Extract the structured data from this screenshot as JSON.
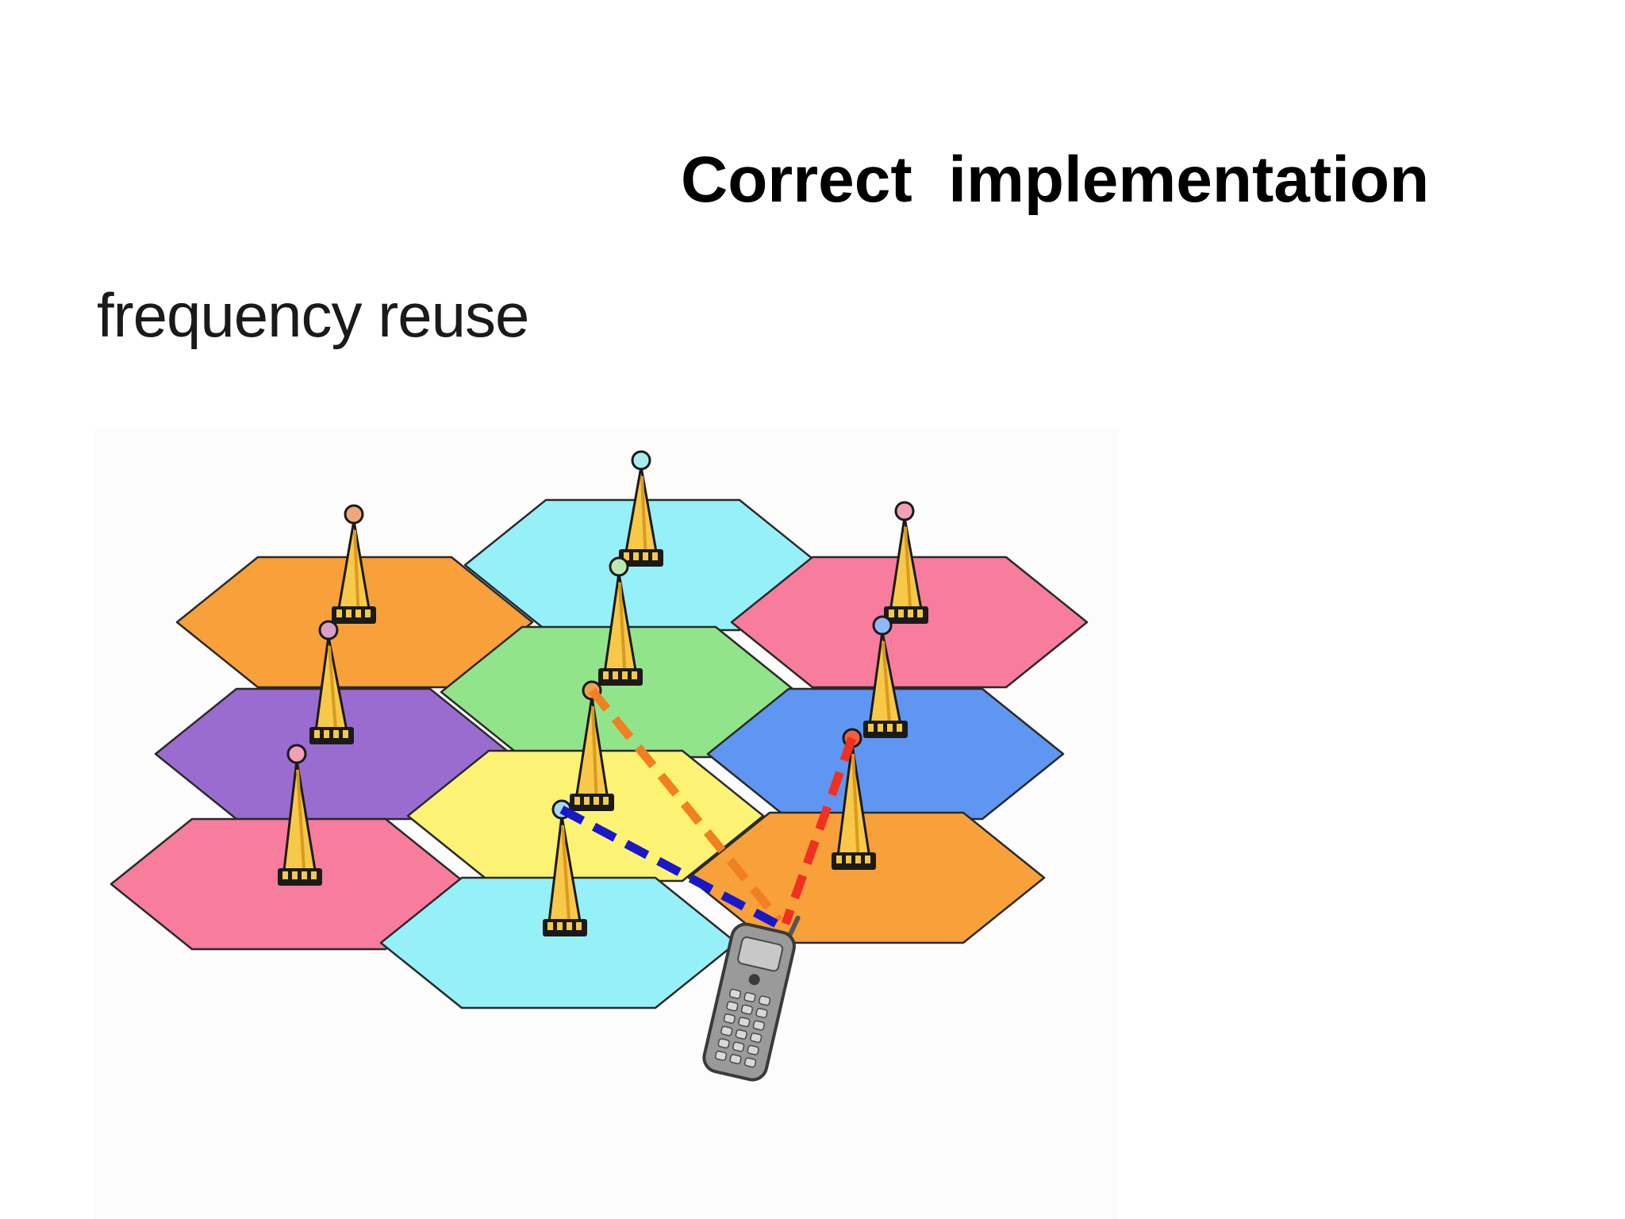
{
  "title": "Correct  implementation",
  "caption": "frequency reuse",
  "cells": [
    {
      "name": "cell-orange-top-left",
      "color": "#f8a03a"
    },
    {
      "name": "cell-cyan-top",
      "color": "#96f0f8"
    },
    {
      "name": "cell-pink-top-right",
      "color": "#f87c9c"
    },
    {
      "name": "cell-green-center",
      "color": "#92e48a"
    },
    {
      "name": "cell-purple-left",
      "color": "#9a6cd0"
    },
    {
      "name": "cell-blue-right",
      "color": "#5e96f2"
    },
    {
      "name": "cell-yellow-center",
      "color": "#fcf274"
    },
    {
      "name": "cell-pink-bottom-left",
      "color": "#f87c9c"
    },
    {
      "name": "cell-orange-bottom-right",
      "color": "#f8a03a"
    },
    {
      "name": "cell-cyan-bottom",
      "color": "#96f0f8"
    }
  ],
  "towers": [
    {
      "name": "tower-orange-cell",
      "tip_color": "#f0a878"
    },
    {
      "name": "tower-purple-cell",
      "tip_color": "#d8a0c8"
    },
    {
      "name": "tower-pink-left-cell",
      "tip_color": "#f4a0b4"
    },
    {
      "name": "tower-cyan-top-cell",
      "tip_color": "#a8eef0"
    },
    {
      "name": "tower-green-cell",
      "tip_color": "#bfe8b0"
    },
    {
      "name": "tower-yellow-cell",
      "tip_color": "#f0a050"
    },
    {
      "name": "tower-cyan-bottom-cell",
      "tip_color": "#a8d8f8"
    },
    {
      "name": "tower-pink-right-cell",
      "tip_color": "#f4a0b4"
    },
    {
      "name": "tower-blue-cell",
      "tip_color": "#90b8f8"
    },
    {
      "name": "tower-orange-right-cell",
      "tip_color": "#f06040"
    }
  ],
  "links": [
    {
      "name": "link-orange",
      "color": "#f08020"
    },
    {
      "name": "link-red",
      "color": "#f03020"
    },
    {
      "name": "link-blue",
      "color": "#1818c8"
    }
  ],
  "tower_color": "#f8c848",
  "phone_color": "#9a9a9a"
}
